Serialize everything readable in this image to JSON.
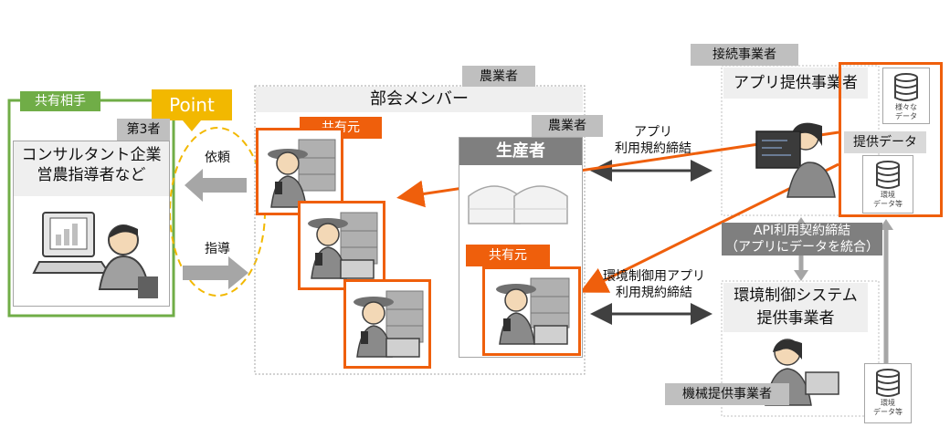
{
  "left": {
    "partner_tag": "共有相手",
    "point_callout": "Point",
    "third_party_tag": "第3者",
    "consultant_lines": [
      "コンサルタント企業",
      "営農指導者など"
    ],
    "request_label": "依頼",
    "guidance_label": "指導"
  },
  "center": {
    "farmer_tag_top": "農業者",
    "group_title": "部会メンバー",
    "farmer_tag_inner": "農業者",
    "share_source_a": "共有元",
    "producer_title": "生産者",
    "share_source_b": "共有元"
  },
  "middle_labels": {
    "app_terms": [
      "アプリ",
      "利用規約締結"
    ],
    "env_terms": [
      "環境制御用アプリ",
      "利用規約締結"
    ]
  },
  "right": {
    "connector_tag": "接続事業者",
    "app_provider_title": "アプリ提供事業者",
    "various_data": [
      "様々な",
      "データ"
    ],
    "provided_data_tag": "提供データ",
    "env_data_top": [
      "環境",
      "データ等"
    ],
    "api_label": [
      "API利用契約締結",
      "（アプリにデータを統合）"
    ],
    "env_system_title": [
      "環境制御システム",
      "提供事業者"
    ],
    "machine_tag": "機械提供事業者",
    "env_data_bottom": [
      "環境",
      "データ等"
    ]
  },
  "colors": {
    "orange": "#ef5f0c",
    "green": "#70ad47",
    "yellow": "#f2b800",
    "gray_arrow": "#a6a6a6",
    "dark_arrow": "#404040"
  }
}
